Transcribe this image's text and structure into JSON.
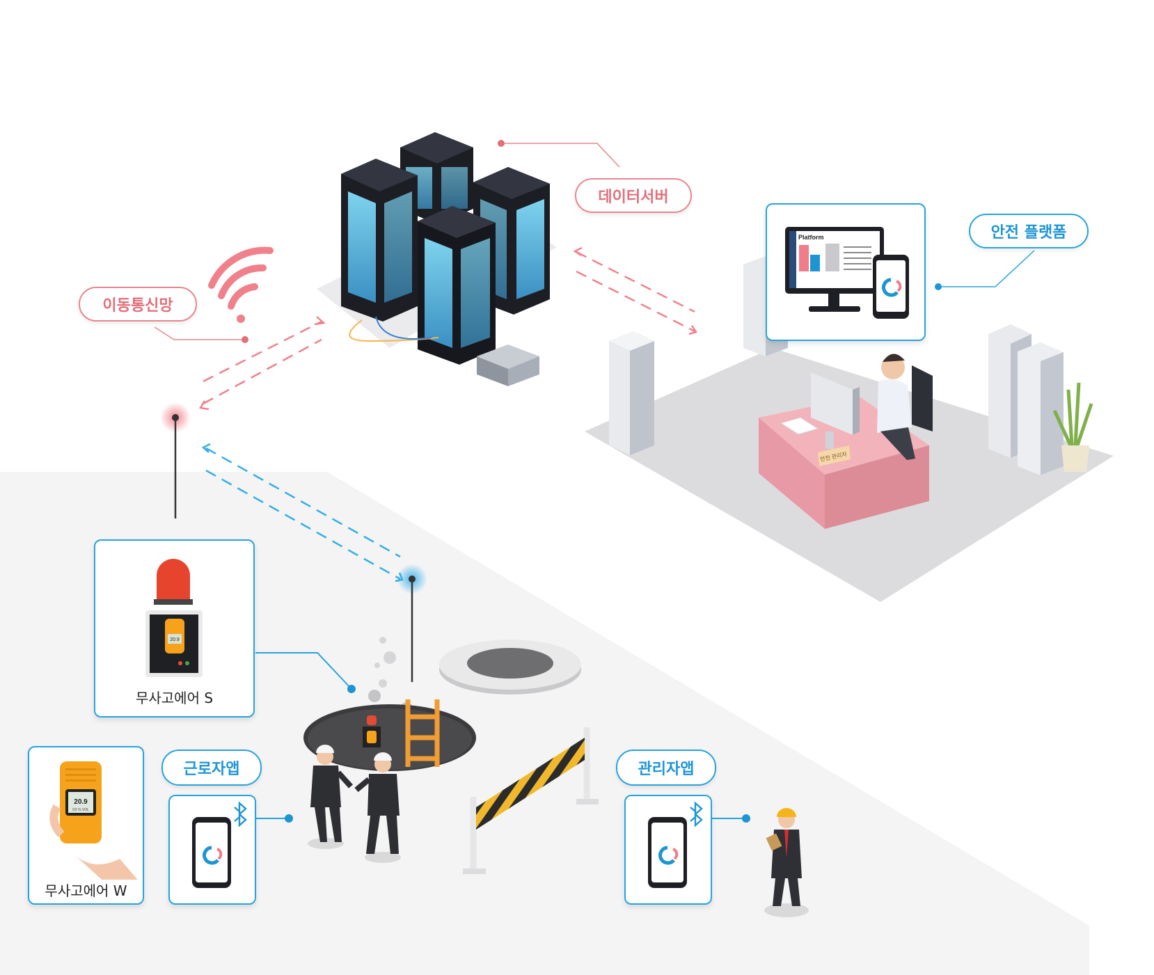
{
  "labels": {
    "data_server": "데이터서버",
    "mobile_network": "이동통신망",
    "safety_platform": "안전 플랫폼",
    "worker_app": "근로자앱",
    "manager_app": "관리자앱",
    "device_s": "무사고에어 S",
    "device_w": "무사고에어 W"
  },
  "screen": {
    "platform_title": "Platform"
  },
  "device_display": {
    "reading": "20.9",
    "unit": "O2 % VOL"
  },
  "desk_nameplate": "안전 관리자",
  "colors": {
    "red_accent": "#e26f7a",
    "blue_accent": "#1e95d3",
    "device_orange": "#f6a21b",
    "floor_gray": "#f4f4f5"
  }
}
